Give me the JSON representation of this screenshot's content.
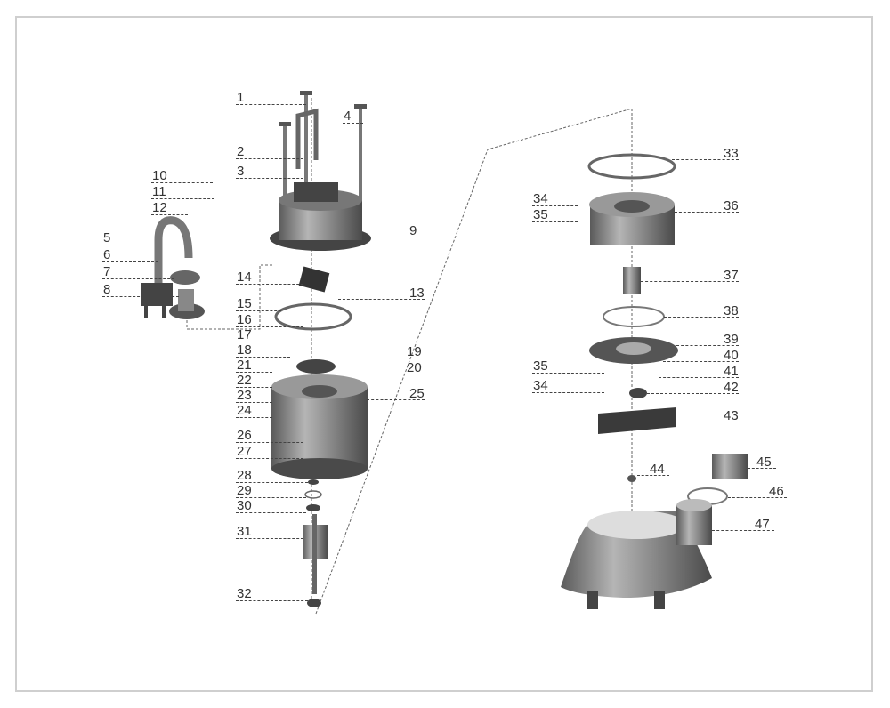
{
  "diagram": {
    "type": "exploded parts view",
    "callouts_left": [
      "1",
      "2",
      "3",
      "4",
      "10",
      "11",
      "12",
      "5",
      "6",
      "7",
      "8",
      "9",
      "14",
      "13",
      "15",
      "16",
      "17",
      "18",
      "19",
      "20",
      "21",
      "22",
      "23",
      "24",
      "25",
      "26",
      "27",
      "28",
      "29",
      "30",
      "31",
      "32"
    ],
    "callouts_right": [
      "33",
      "34",
      "35",
      "36",
      "37",
      "38",
      "39",
      "40",
      "41",
      "35",
      "34",
      "42",
      "43",
      "44",
      "45",
      "46",
      "47"
    ],
    "colors": {
      "frame": "#cfcfcf",
      "part": "#8a8a8a",
      "line": "#444444"
    }
  }
}
